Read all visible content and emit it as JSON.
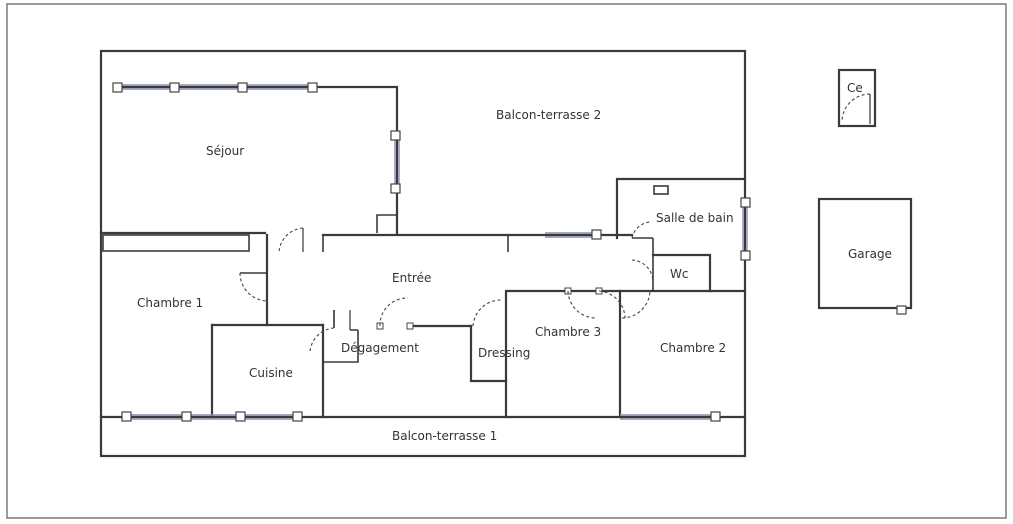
{
  "rooms": {
    "sejour": "Séjour",
    "balcon2": "Balcon-terrasse 2",
    "salle_de_bain": "Salle de bain",
    "wc": "Wc",
    "entree": "Entrée",
    "chambre1": "Chambre 1",
    "chambre3": "Chambre 3",
    "chambre2": "Chambre 2",
    "cuisine": "Cuisine",
    "degagement": "Dégagement",
    "dressing": "Dressing",
    "balcon1": "Balcon-terrasse 1",
    "cellier": "Ce",
    "garage": "Garage"
  }
}
